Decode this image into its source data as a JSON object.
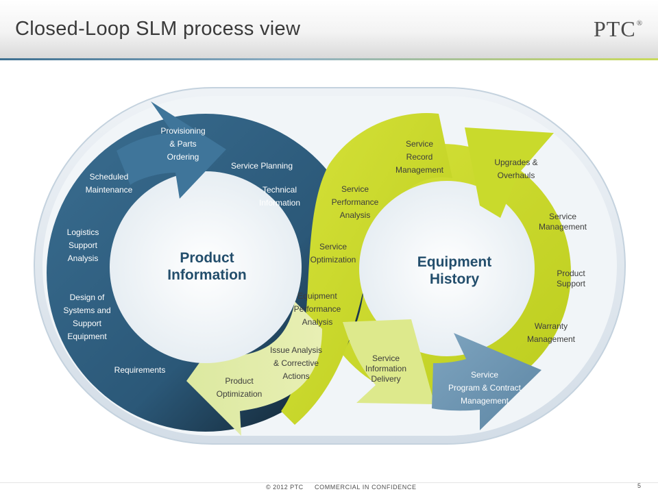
{
  "header": {
    "title": "Closed-Loop SLM process view",
    "logo": "PTC",
    "logo_mark": "®"
  },
  "diagram": {
    "left_center_title": "Product\nInformation",
    "right_center_title": "Equipment\nHistory",
    "left_loop_labels": [
      "Provisioning\n& Parts\nOrdering",
      "Service Planning",
      "Technical\nInformation",
      "Scheduled\nMaintenance",
      "Logistics\nSupport\nAnalysis",
      "Design of\nSystems and\nSupport\nEquipment",
      "Requirements"
    ],
    "right_loop_labels": [
      "Service\nRecord\nManagement",
      "Upgrades &\nOverhauls",
      "Service\nPerformance\nAnalysis",
      "Service\nOptimization",
      "Service\nManagement",
      "Product\nSupport",
      "Warranty\nManagement",
      "Equipment\nPerformance\nAnalysis",
      "Issue Analysis\n& Corrective\nActions",
      "Product\nOptimization",
      "Service\nInformation\nDelivery",
      "Service\nProgram & Contract\nManagement"
    ],
    "colors": {
      "dark_blue": "#2e5f80",
      "light_blue": "#6f97b4",
      "lime": "#c8d92a",
      "pale_lime": "#e4ec9e",
      "frame": "#dbe4ec"
    }
  },
  "footer": {
    "copyright": "© 2012 PTC",
    "confidentiality": "COMMERCIAL IN CONFIDENCE",
    "page_number": "5"
  }
}
